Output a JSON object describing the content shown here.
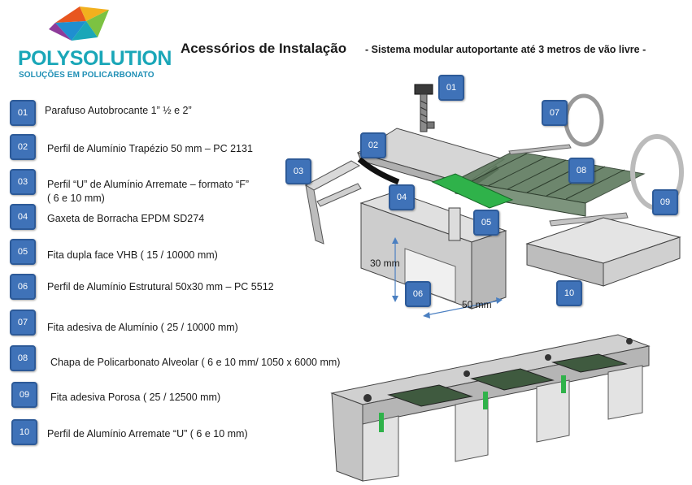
{
  "header": {
    "brand": "POLYSOLUTION",
    "tagline": "SOLUÇÕES EM POLICARBONATO",
    "title": "Acessórios de Instalação",
    "subtitle": "- Sistema modular autoportante até 3 metros de vão livre -"
  },
  "items": [
    {
      "num": "01",
      "label": "Parafuso  Autobrocante  1” ½ e 2”"
    },
    {
      "num": "02",
      "label": "Perfil de Alumínio Trapézio  50 mm  – PC  2131"
    },
    {
      "num": "03",
      "label": "Perfil “U” de Alumínio Arremate – formato “F”"
    },
    {
      "num": "04",
      "label": "Gaxeta de Borracha EPDM  SD274"
    },
    {
      "num": "05",
      "label": "Fita dupla face VHB ( 15 / 10000 mm)"
    },
    {
      "num": "06",
      "label": "Perfil de Alumínio  Estrutural 50x30 mm  – PC 5512"
    },
    {
      "num": "07",
      "label": "Fita adesiva de Alumínio  ( 25 / 10000  mm)"
    },
    {
      "num": "08",
      "label": "Chapa de Policarbonato Alveolar  ( 6 e 10 mm/ 1050 x 6000 mm)"
    },
    {
      "num": "09",
      "label": "Fita adesiva Porosa  ( 25 / 12500  mm)"
    },
    {
      "num": "10",
      "label": "Perfil de Alumínio Arremate  “U” ( 6 e 10 mm)"
    }
  ],
  "item_03_line2": "( 6 e 10 mm)",
  "diagram": {
    "dim_height": "30 mm",
    "dim_width": "50 mm"
  },
  "colors": {
    "badge": "#3f72b8",
    "brand": "#1aa7b8",
    "gasket": "#2fb24a",
    "aluminum": "#c8c8c8"
  }
}
